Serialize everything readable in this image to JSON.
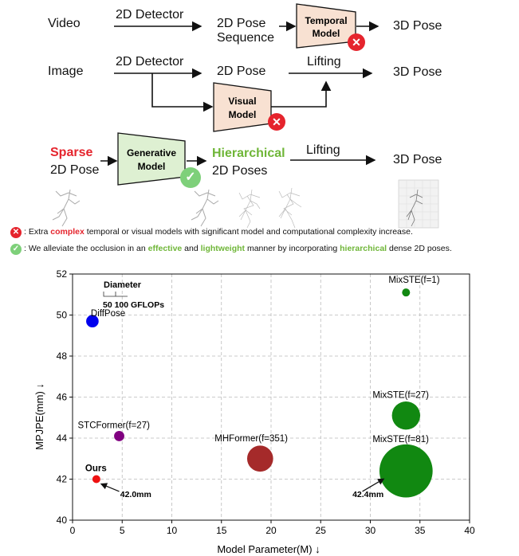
{
  "diagram": {
    "row1": {
      "input": "Video",
      "detector": "2D Detector",
      "pose_line1": "2D Pose",
      "pose_line2": "Sequence",
      "model_line1": "Temporal",
      "model_line2": "Model",
      "output": "3D Pose"
    },
    "row2": {
      "input": "Image",
      "detector": "2D Detector",
      "pose": "2D Pose",
      "lifting": "Lifting",
      "model_line1": "Visual",
      "model_line2": "Model",
      "output": "3D Pose"
    },
    "row3": {
      "sparse": "Sparse",
      "sparse_pose": "2D Pose",
      "model_line1": "Generative",
      "model_line2": "Model",
      "hier": "Hierarchical",
      "hier_poses": "2D Poses",
      "lifting": "Lifting",
      "output": "3D Pose"
    },
    "badge_x": "✕",
    "badge_check": "✓"
  },
  "legend": {
    "line1_pre": ": Extra ",
    "line1_hl": "complex",
    "line1_post": " temporal or visual models with significant model and computational complexity increase.",
    "line2_pre": ": We alleviate the occlusion in an ",
    "line2_hl1": "effective",
    "line2_mid1": " and ",
    "line2_hl2": "lightweight",
    "line2_mid2": " manner by incorporating ",
    "line2_hl3": "hierarchical",
    "line2_post": " dense 2D poses."
  },
  "colors": {
    "red": "#e5242d",
    "green": "#6fb638",
    "temporal_fill": "#f8e1d2",
    "generative_fill": "#def0d2"
  },
  "chart_data": {
    "type": "scatter",
    "xlabel": "Model Parameter(M) ↓",
    "ylabel": "MPJPE(mm) ↓",
    "xlim": [
      0,
      40
    ],
    "ylim": [
      40,
      52
    ],
    "xticks": [
      0,
      5,
      10,
      15,
      20,
      25,
      30,
      35,
      40
    ],
    "yticks": [
      40,
      42,
      44,
      46,
      48,
      50,
      52
    ],
    "grid": true,
    "size_legend": {
      "title": "Diameter",
      "labels": "50 100 GFLOPs"
    },
    "points": [
      {
        "label": "DiffPose",
        "x": 2.0,
        "y": 49.7,
        "gflops": 34,
        "color": "#0000ee"
      },
      {
        "label": "MixSTE(f=1)",
        "x": 33.6,
        "y": 51.1,
        "gflops": 20,
        "color": "#118811"
      },
      {
        "label": "MixSTE(f=27)",
        "x": 33.6,
        "y": 45.1,
        "gflops": 77,
        "color": "#118811"
      },
      {
        "label": "STCFormer(f=27)",
        "x": 4.7,
        "y": 44.1,
        "gflops": 28,
        "color": "#800080"
      },
      {
        "label": "MHFormer(f=351)",
        "x": 18.9,
        "y": 43.0,
        "gflops": 71,
        "color": "#a52a2a"
      },
      {
        "label": "MixSTE(f=81)",
        "x": 33.6,
        "y": 42.4,
        "gflops": 145,
        "color": "#118811"
      },
      {
        "label": "Ours",
        "x": 2.4,
        "y": 42.0,
        "gflops": 20,
        "color": "#ee1111"
      }
    ],
    "annotations": [
      {
        "text": "42.0mm",
        "x": 4.8,
        "y": 41.2
      },
      {
        "text": "42.4mm",
        "x": 28.2,
        "y": 41.2
      }
    ]
  }
}
